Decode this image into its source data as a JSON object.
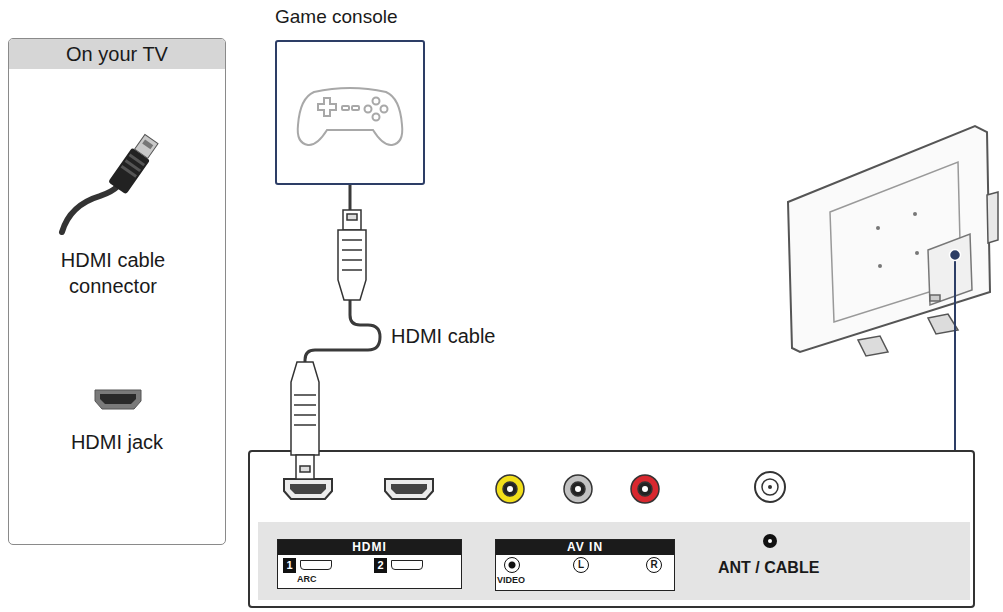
{
  "diagram": {
    "nodes": [
      {
        "text": [
          "On your TV",
          "HDMI cable connector",
          "HDMI jack"
        ]
      },
      {
        "text": [
          "Game console"
        ]
      },
      {
        "text": [
          "ANT / CABLE"
        ]
      },
      {
        "text": [
          "HDMI",
          "1",
          "ARC",
          "2"
        ],
        "in": 2
      },
      {
        "text": [
          "AV IN",
          "VIDEO",
          "L",
          "R"
        ],
        "in": 2
      }
    ],
    "edges": [
      {
        "from": 1,
        "to": 2,
        "arrow": "none",
        "label": "HDMI cable"
      }
    ]
  }
}
